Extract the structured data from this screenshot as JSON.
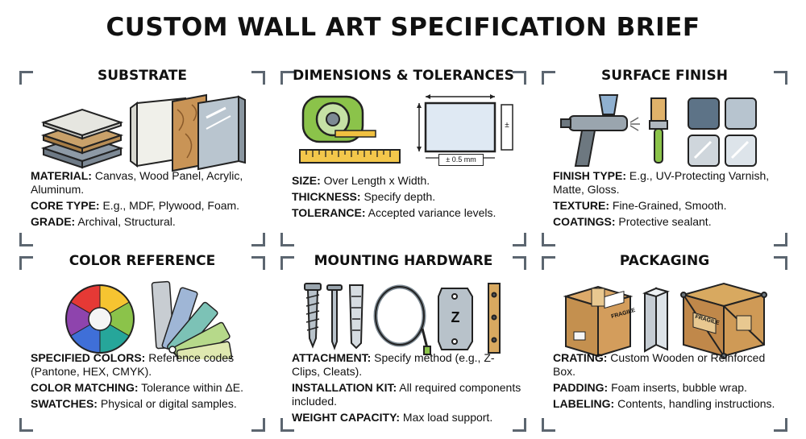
{
  "title": "CUSTOM WALL ART SPECIFICATION BRIEF",
  "panels": {
    "substrate": {
      "title": "SUBSTRATE",
      "lines": [
        {
          "key": "MATERIAL:",
          "text": "Canvas, Wood Panel, Acrylic, Aluminum."
        },
        {
          "key": "CORE TYPE:",
          "text": "E.g., MDF, Plywood, Foam."
        },
        {
          "key": "GRADE:",
          "text": "Archival, Structural."
        }
      ]
    },
    "dimensions": {
      "title": "DIMENSIONS & TOLERANCES",
      "lines": [
        {
          "key": "SIZE:",
          "text": "Over Length x Width."
        },
        {
          "key": "THICKNESS:",
          "text": "Specify depth."
        },
        {
          "key": "TOLERANCE:",
          "text": "Accepted variance levels."
        }
      ],
      "diagram_label": "± 0.5 mm",
      "side_label": "±"
    },
    "finish": {
      "title": "SURFACE FINISH",
      "lines": [
        {
          "key": "FINISH TYPE:",
          "text": "E.g., UV-Protecting Varnish, Matte, Gloss."
        },
        {
          "key": "TEXTURE:",
          "text": "Fine-Grained, Smooth."
        },
        {
          "key": "COATINGS:",
          "text": "Protective sealant."
        }
      ]
    },
    "color": {
      "title": "COLOR REFERENCE",
      "lines": [
        {
          "key": "SPECIFIED COLORS:",
          "text": "Reference codes (Pantone, HEX, CMYK)."
        },
        {
          "key": "COLOR MATCHING:",
          "text": "Tolerance within ΔE."
        },
        {
          "key": "SWATCHES:",
          "text": "Physical or digital samples."
        }
      ]
    },
    "mounting": {
      "title": "MOUNTING HARDWARE",
      "lines": [
        {
          "key": "ATTACHMENT:",
          "text": "Specify method (e.g., Z-Clips, Cleats)."
        },
        {
          "key": "INSTALLATION KIT:",
          "text": "All required components included."
        },
        {
          "key": "WEIGHT CAPACITY:",
          "text": "Max load support."
        }
      ],
      "clip_letter": "Z"
    },
    "packaging": {
      "title": "PACKAGING",
      "lines": [
        {
          "key": "CRATING:",
          "text": "Custom Wooden or Reinforced Box."
        },
        {
          "key": "PADDING:",
          "text": "Foam inserts, bubble wrap."
        },
        {
          "key": "LABELING:",
          "text": "Contents, handling instructions."
        }
      ],
      "box_label": "FRAGILE",
      "crate_label": "FRAGILE"
    }
  }
}
